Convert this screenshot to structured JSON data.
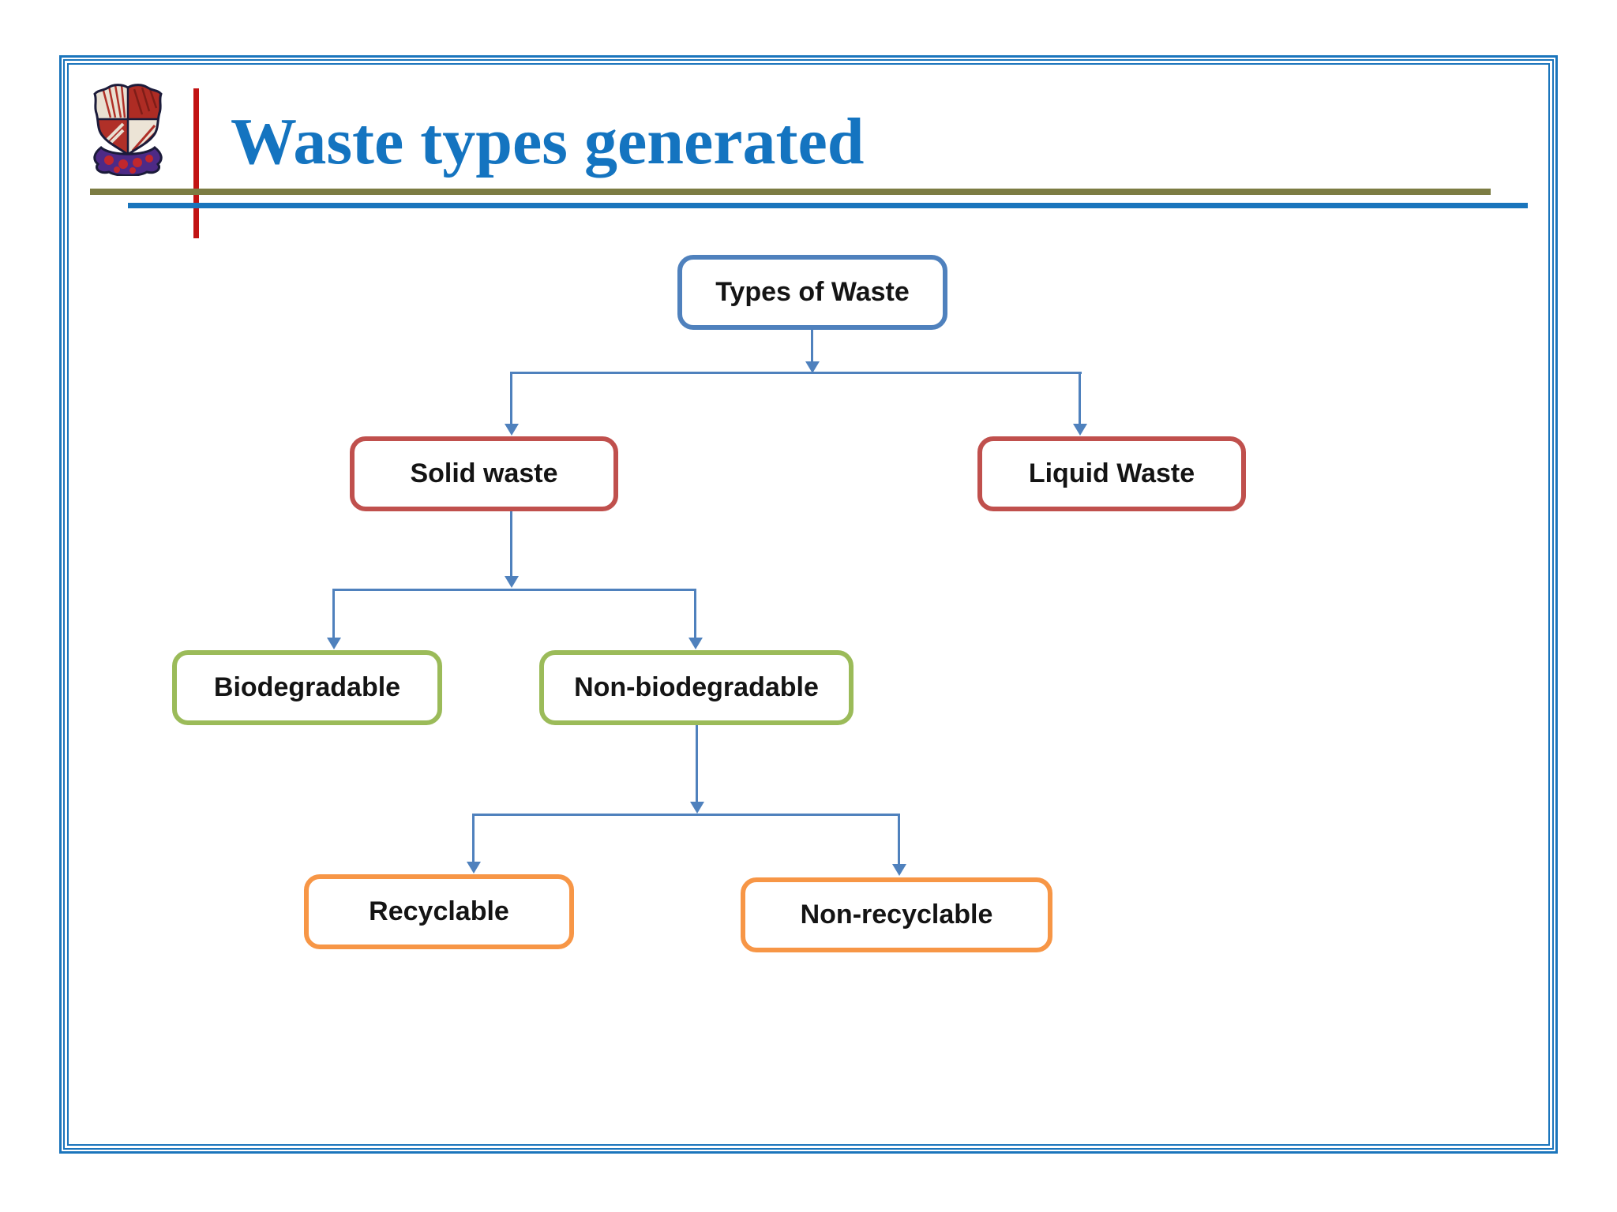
{
  "slide": {
    "title": "Waste types generated"
  },
  "logo": {
    "name": "institution-crest"
  },
  "colors": {
    "title_text": "#1474c0",
    "frame_border": "#1b75bc",
    "olive_divider": "#7c7c43",
    "blue_divider": "#1a75bc",
    "red_accent_line": "#c21313",
    "connector": "#4f81bd",
    "node_root_border": "#4f81bd",
    "node_waste_border": "#c0504d",
    "node_bio_border": "#9bbb59",
    "node_recycle_border": "#f79646",
    "node_text": "#141414"
  },
  "diagram": {
    "type": "flowchart",
    "nodes": {
      "root": {
        "label": "Types of Waste"
      },
      "solid": {
        "label": "Solid waste"
      },
      "liquid": {
        "label": "Liquid Waste"
      },
      "bio": {
        "label": "Biodegradable"
      },
      "nonbio": {
        "label": "Non-biodegradable"
      },
      "recyclable": {
        "label": "Recyclable"
      },
      "nonrecyclable": {
        "label": "Non-recyclable"
      }
    },
    "edges": [
      {
        "from": "Types of Waste",
        "to": "Solid waste"
      },
      {
        "from": "Types of Waste",
        "to": "Liquid Waste"
      },
      {
        "from": "Solid waste",
        "to": "Biodegradable"
      },
      {
        "from": "Solid waste",
        "to": "Non-biodegradable"
      },
      {
        "from": "Non-biodegradable",
        "to": "Recyclable"
      },
      {
        "from": "Non-biodegradable",
        "to": "Non-recyclable"
      }
    ]
  }
}
